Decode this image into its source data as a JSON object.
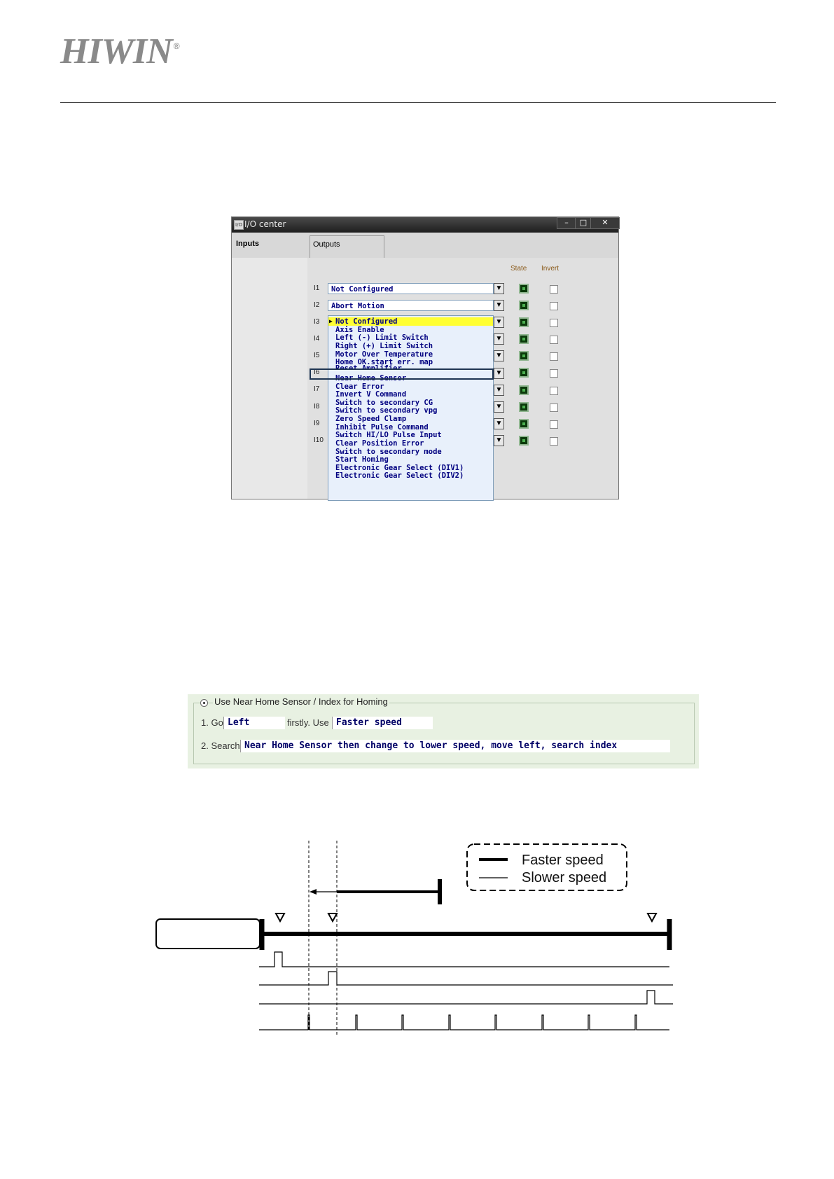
{
  "header": {
    "logo_text": "HIWIN",
    "logo_mark": "®"
  },
  "io_window": {
    "title": "I/O center",
    "title_icon_text": "I/O",
    "window_buttons": {
      "minimize": "–",
      "maximize": "□",
      "close": "✕"
    },
    "tabs": [
      "Inputs",
      "Outputs"
    ],
    "column_headers": {
      "state": "State",
      "invert": "Invert"
    },
    "rows": [
      {
        "label": "I1",
        "value": "Not Configured"
      },
      {
        "label": "I2",
        "value": "Abort Motion"
      },
      {
        "label": "I3"
      },
      {
        "label": "I4"
      },
      {
        "label": "I5"
      },
      {
        "label": "I6"
      },
      {
        "label": "I7"
      },
      {
        "label": "I8"
      },
      {
        "label": "I9"
      },
      {
        "label": "I10"
      }
    ],
    "dropdown_options": [
      "Not Configured",
      "Axis Enable",
      "Left (-) Limit Switch",
      "Right (+) Limit Switch",
      "Motor Over Temperature",
      "Home OK.start err. map",
      "Reset Amplifier",
      "Near Home Sensor",
      "Clear Error",
      "Invert V Command",
      "Switch to secondary CG",
      "Switch to secondary vpg",
      "Zero Speed Clamp",
      "Inhibit Pulse Command",
      "Switch HI/LO Pulse Input",
      "Clear Position Error",
      "Switch to secondary mode",
      "Start Homing",
      "Electronic Gear Select (DIV1)",
      "Electronic Gear Select (DIV2)"
    ],
    "selected_option": "Not Configured",
    "highlighted_option": "Near Home Sensor"
  },
  "homing": {
    "radio_label": "Use Near Home Sensor / Index for Homing",
    "step1_prefix": "1. Go",
    "step1_direction": "Left",
    "step1_middle": "firstly. Use",
    "step1_speed": "Faster speed",
    "step2_prefix": "2. Search",
    "step2_value": "Near Home Sensor then change to lower speed, move left, search index"
  },
  "diagram": {
    "legend": {
      "faster": "Faster speed",
      "slower": "Slower speed"
    }
  }
}
